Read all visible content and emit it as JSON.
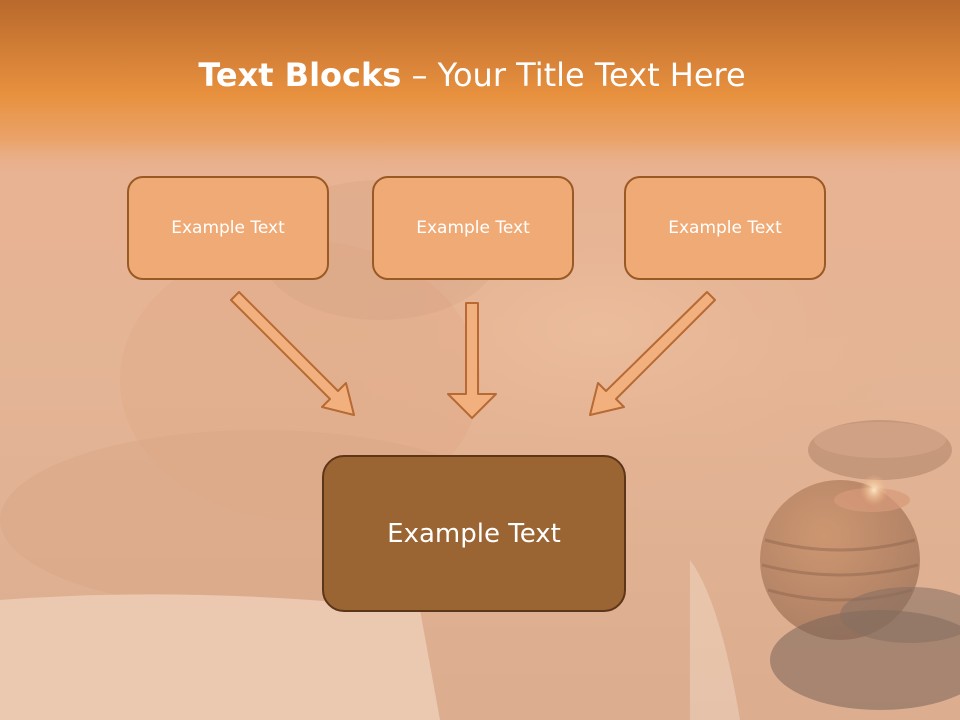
{
  "title": {
    "bold": "Text Blocks",
    "separator": " – ",
    "rest": "Your Title Text Here"
  },
  "blocks": [
    {
      "text": "Example Text"
    },
    {
      "text": "Example Text"
    },
    {
      "text": "Example Text"
    }
  ],
  "main_block": {
    "text": "Example Text"
  },
  "colors": {
    "header_orange": "#e8913f",
    "box_fill": "#f0aa75",
    "box_border": "#9a5a26",
    "main_fill": "#9b6433",
    "arrow_fill": "#f2b07e"
  }
}
